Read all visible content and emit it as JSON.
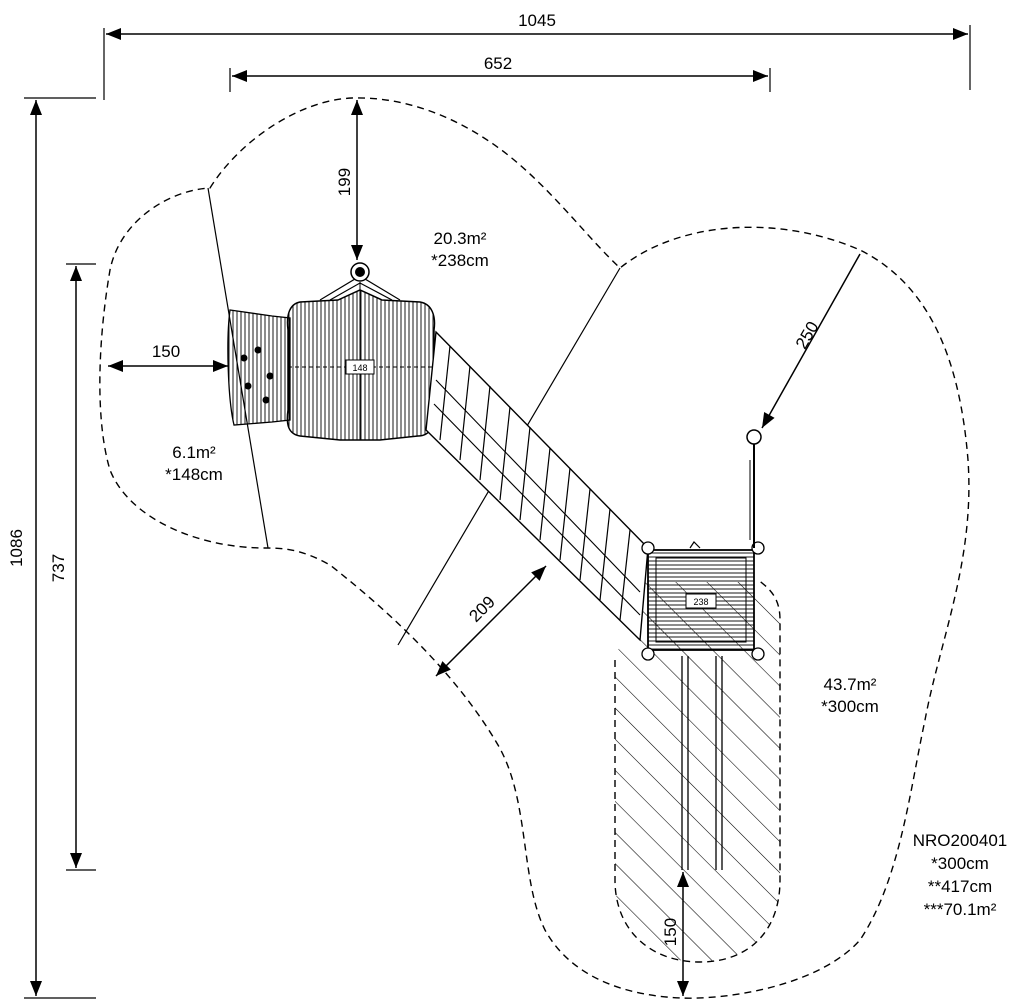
{
  "product": {
    "code": "NRO200401",
    "height": "*300cm",
    "free_space_height": "**417cm",
    "total_area": "***70.1m²"
  },
  "dimensions": {
    "total_width": "1045",
    "inner_width": "652",
    "total_height": "1086",
    "inner_height": "737",
    "top_clearance": "199",
    "left_clearance": "150",
    "diagonal_clearance": "209",
    "right_radius": "250",
    "bottom_clearance": "150"
  },
  "zones": {
    "left_area": "6.1m²",
    "left_height": "*148cm",
    "top_area": "20.3m²",
    "top_height": "*238cm",
    "right_area": "43.7m²",
    "right_height": "*300cm"
  },
  "labels": {
    "platform_low": "148",
    "platform_high": "238"
  }
}
